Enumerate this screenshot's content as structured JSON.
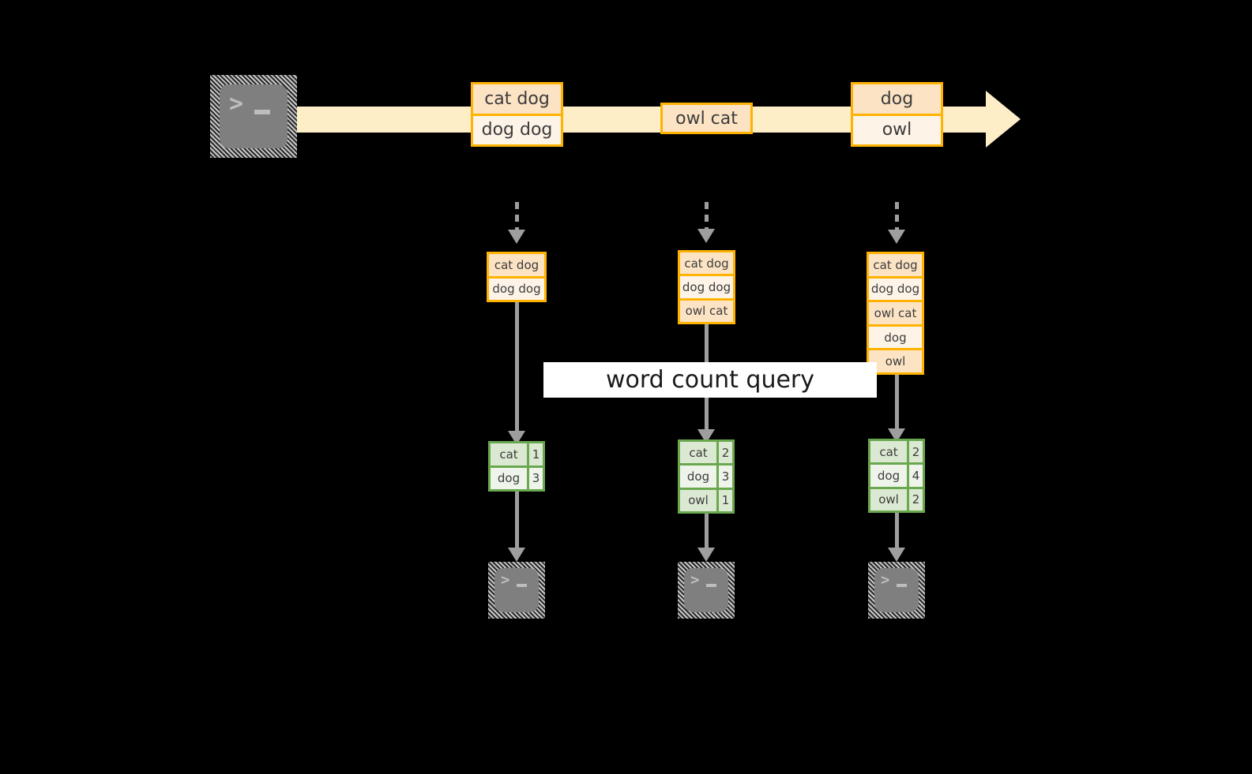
{
  "diagram": {
    "title": "streaming word count query diagram",
    "query_label": "word count query",
    "colors": {
      "band": "#fdeec8",
      "event_border": "#ffb300",
      "event_fill_dark": "#fce3c4",
      "event_fill_light": "#fdf3e7",
      "result_border": "#6aa84f",
      "result_fill_dark": "#dce9d2",
      "result_fill_light": "#eff4eb",
      "arrow": "#9e9e9e",
      "console": "#7f7f7f",
      "background": "#000000",
      "label_bg": "#ffffff"
    }
  },
  "source_console": {
    "icon": "terminal-icon",
    "prompt": ">",
    "cursor": "_"
  },
  "timeline": {
    "arrow_direction": "right",
    "events": [
      {
        "id": "batch-1",
        "lines": [
          {
            "text": "cat dog",
            "shade": "dark"
          },
          {
            "text": "dog dog",
            "shade": "light"
          }
        ]
      },
      {
        "id": "batch-2",
        "lines": [
          {
            "text": "owl cat",
            "shade": "dark"
          }
        ]
      },
      {
        "id": "batch-3",
        "lines": [
          {
            "text": "dog",
            "shade": "dark"
          },
          {
            "text": "owl",
            "shade": "light"
          }
        ]
      }
    ]
  },
  "columns": [
    {
      "id": "column-1",
      "state": {
        "rows": [
          {
            "text": "cat dog",
            "shade": "dark"
          },
          {
            "text": "dog dog",
            "shade": "light"
          }
        ]
      },
      "result": {
        "rows": [
          {
            "word": "cat",
            "count": "1",
            "shade": "dark"
          },
          {
            "word": "dog",
            "count": "3",
            "shade": "light"
          }
        ]
      },
      "sink": {
        "icon": "terminal-icon",
        "prompt": ">",
        "cursor": "_"
      }
    },
    {
      "id": "column-2",
      "state": {
        "rows": [
          {
            "text": "cat dog",
            "shade": "dark"
          },
          {
            "text": "dog dog",
            "shade": "light"
          },
          {
            "text": "owl cat",
            "shade": "dark"
          }
        ]
      },
      "result": {
        "rows": [
          {
            "word": "cat",
            "count": "2",
            "shade": "dark"
          },
          {
            "word": "dog",
            "count": "3",
            "shade": "light"
          },
          {
            "word": "owl",
            "count": "1",
            "shade": "dark"
          }
        ]
      },
      "sink": {
        "icon": "terminal-icon",
        "prompt": ">",
        "cursor": "_"
      }
    },
    {
      "id": "column-3",
      "state": {
        "rows": [
          {
            "text": "cat dog",
            "shade": "dark"
          },
          {
            "text": "dog dog",
            "shade": "light"
          },
          {
            "text": "owl cat",
            "shade": "dark"
          },
          {
            "text": "dog",
            "shade": "light"
          },
          {
            "text": "owl",
            "shade": "dark"
          }
        ]
      },
      "result": {
        "rows": [
          {
            "word": "cat",
            "count": "2",
            "shade": "dark"
          },
          {
            "word": "dog",
            "count": "4",
            "shade": "light"
          },
          {
            "word": "owl",
            "count": "2",
            "shade": "dark"
          }
        ]
      },
      "sink": {
        "icon": "terminal-icon",
        "prompt": ">",
        "cursor": "_"
      }
    }
  ]
}
